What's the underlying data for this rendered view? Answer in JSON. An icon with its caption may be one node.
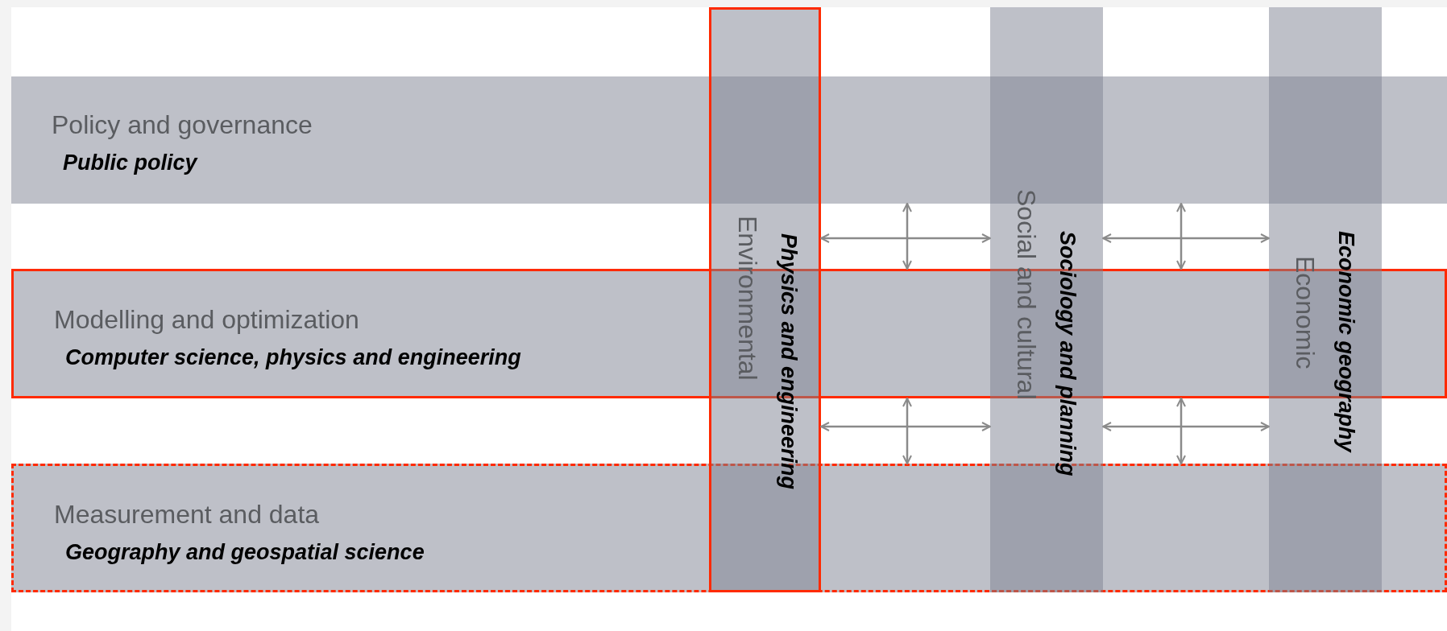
{
  "diagram": {
    "nodes": [
      {
        "text": [
          "Policy and governance",
          "Public policy"
        ]
      },
      {
        "text": [
          "Modelling and optimization",
          "Computer science, physics and engineering"
        ]
      },
      {
        "text": [
          "Measurement and data",
          "Geography and geospatial science"
        ]
      },
      {
        "text": [
          "Environmental",
          "Physics and engineering"
        ]
      },
      {
        "text": [
          "Social and cultural",
          "Sociology and planning"
        ]
      },
      {
        "text": [
          "Economic",
          "Economic geography"
        ]
      }
    ],
    "edges": [
      {
        "from": 3,
        "to": 4,
        "arrow": "both"
      },
      {
        "from": 0,
        "to": 1,
        "arrow": "both"
      },
      {
        "from": 4,
        "to": 5,
        "arrow": "both"
      },
      {
        "from": 0,
        "to": 1,
        "arrow": "both"
      },
      {
        "from": 3,
        "to": 4,
        "arrow": "both"
      },
      {
        "from": 1,
        "to": 2,
        "arrow": "both"
      },
      {
        "from": 4,
        "to": 5,
        "arrow": "both"
      },
      {
        "from": 1,
        "to": 2,
        "arrow": "both"
      }
    ]
  }
}
